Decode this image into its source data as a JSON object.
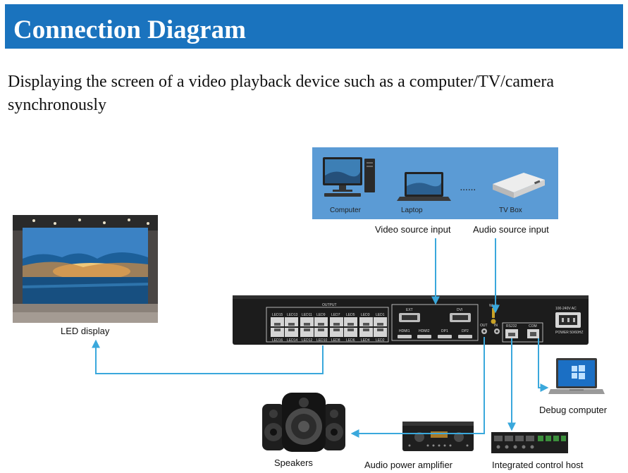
{
  "header": {
    "title": "Connection Diagram",
    "subtitle": "Displaying the screen of a video playback device such as a computer/TV/camera synchronously"
  },
  "sources": {
    "computer": "Computer",
    "laptop": "Laptop",
    "ellipsis": "......",
    "tvbox": "TV Box"
  },
  "labels": {
    "video_input": "Video source input",
    "audio_input": "Audio source input",
    "led_display": "LED display",
    "debug_computer": "Debug computer",
    "speakers": "Speakers",
    "amplifier": "Audio power amplifier",
    "control_host": "Integrated control host"
  },
  "device": {
    "output_group": "OUTPUT",
    "ports_top": [
      "LED15",
      "LED13",
      "LED11",
      "LED9",
      "LED7",
      "LED5",
      "LED3",
      "LED1"
    ],
    "ports_bottom": [
      "LED16",
      "LED14",
      "LED12",
      "LED10",
      "LED8",
      "LED6",
      "LED4",
      "LED2"
    ],
    "ext": "EXT",
    "dvi": "DVI",
    "hdmi1": "HDMI1",
    "hdmi2": "HDMI2",
    "dp1": "DP1",
    "dp2": "DP2",
    "out": "OUT",
    "in": "IN",
    "wifi": "Wi-Fi",
    "rs232": "RS232",
    "com": "COM",
    "power_rating": "100-240V AC",
    "power": "POWER 50/60HZ"
  },
  "colors": {
    "header_bg": "#1a73be",
    "panel_bg": "#5b9bd5",
    "connector": "#3aa8dc",
    "device_body": "#1c1c1c"
  }
}
